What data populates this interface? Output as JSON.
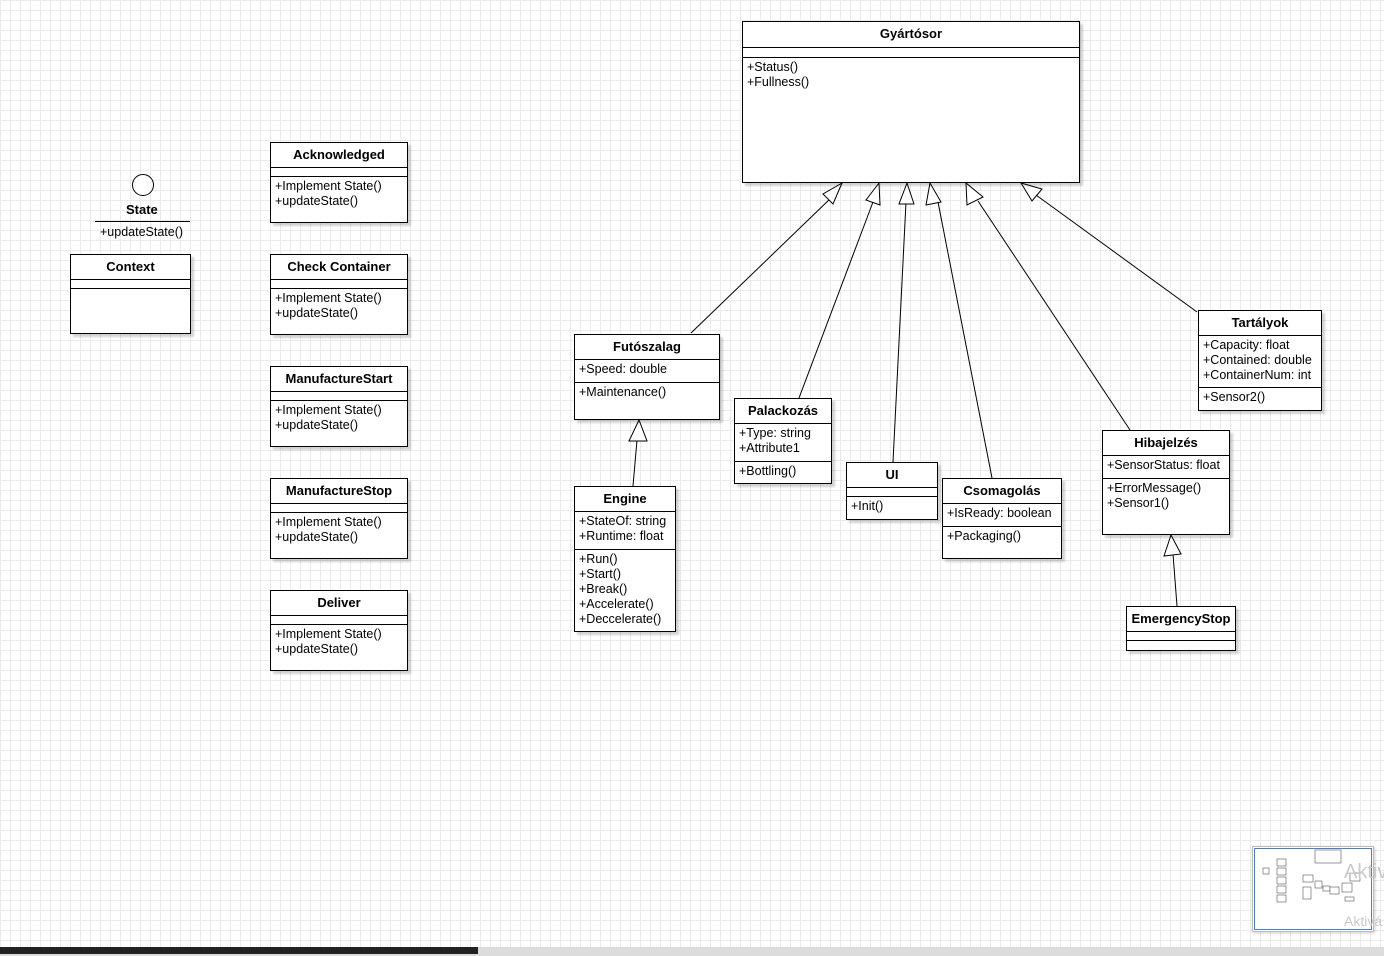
{
  "interface": {
    "name": "State",
    "operation": "+updateState()"
  },
  "classes": {
    "context": {
      "name": "Context",
      "attributes": [],
      "operations": []
    },
    "acknowledged": {
      "name": "Acknowledged",
      "attributes": [],
      "operations": [
        "+Implement State()",
        "+updateState()"
      ]
    },
    "check_container": {
      "name": "Check Container",
      "attributes": [],
      "operations": [
        "+Implement State()",
        "+updateState()"
      ]
    },
    "manufacture_start": {
      "name": "ManufactureStart",
      "attributes": [],
      "operations": [
        "+Implement State()",
        "+updateState()"
      ]
    },
    "manufacture_stop": {
      "name": "ManufactureStop",
      "attributes": [],
      "operations": [
        "+Implement State()",
        "+updateState()"
      ]
    },
    "deliver": {
      "name": "Deliver",
      "attributes": [],
      "operations": [
        "+Implement State()",
        "+updateState()"
      ]
    },
    "gyartosor": {
      "name": "Gyártósor",
      "attributes": [],
      "operations": [
        "+Status()",
        "+Fullness()"
      ]
    },
    "futoszalag": {
      "name": "Futószalag",
      "attributes": [
        "+Speed: double"
      ],
      "operations": [
        "+Maintenance()"
      ]
    },
    "engine": {
      "name": "Engine",
      "attributes": [
        "+StateOf: string",
        "+Runtime: float"
      ],
      "operations": [
        "+Run()",
        "+Start()",
        "+Break()",
        "+Accelerate()",
        "+Deccelerate()"
      ]
    },
    "palackozas": {
      "name": "Palackozás",
      "attributes": [
        "+Type: string",
        "+Attribute1"
      ],
      "operations": [
        "+Bottling()"
      ]
    },
    "ui": {
      "name": "UI",
      "attributes": [],
      "operations": [
        "+Init()"
      ]
    },
    "csomagolas": {
      "name": "Csomagolás",
      "attributes": [
        "+IsReady: boolean"
      ],
      "operations": [
        "+Packaging()"
      ]
    },
    "hibajelzes": {
      "name": "Hibajelzés",
      "attributes": [
        "+SensorStatus: float"
      ],
      "operations": [
        "+ErrorMessage()",
        "+Sensor1()"
      ]
    },
    "tartalyok": {
      "name": "Tartályok",
      "attributes": [
        "+Capacity: float",
        "+Contained: double",
        "+ContainerNum: int"
      ],
      "operations": [
        "+Sensor2()"
      ]
    },
    "emergency_stop": {
      "name": "EmergencyStop",
      "attributes": [],
      "operations": []
    }
  },
  "watermark": {
    "line1": "Aktiv",
    "line2": "Aktivá"
  }
}
